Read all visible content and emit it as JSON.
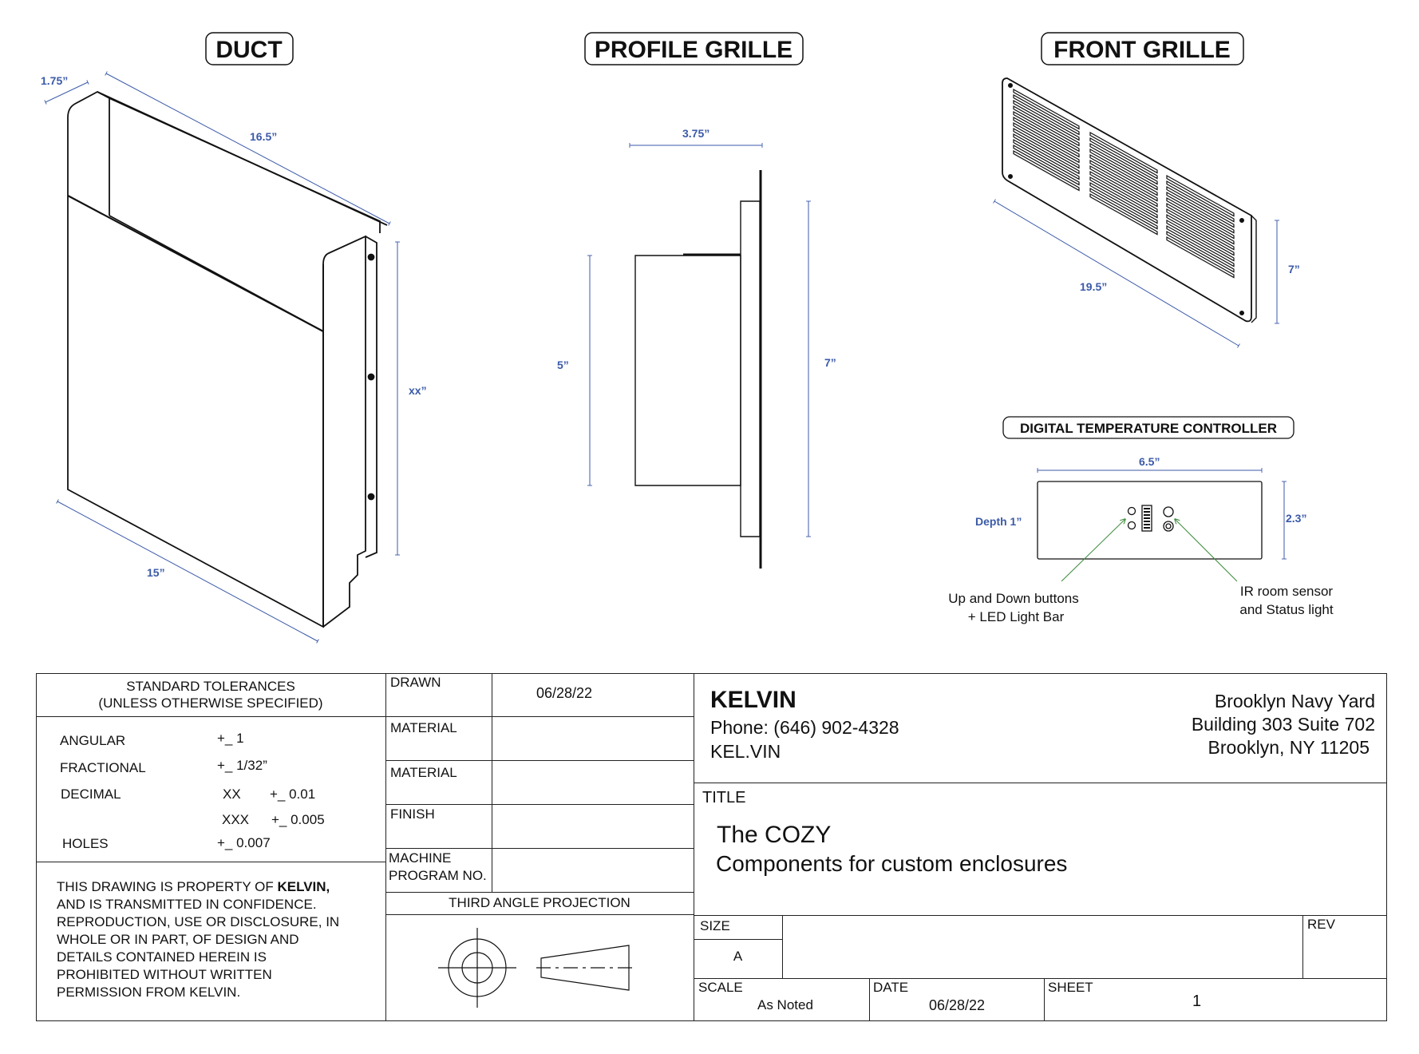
{
  "views": {
    "duct": {
      "title": "DUCT",
      "dims": {
        "flange": "1.75”",
        "length": "16.5”",
        "height": "xx”",
        "width": "15”"
      }
    },
    "profile_grille": {
      "title": "PROFILE GRILLE",
      "dims": {
        "depth": "3.75”",
        "box_height": "5”",
        "plate_height": "7”"
      }
    },
    "front_grille": {
      "title": "FRONT GRILLE",
      "dims": {
        "width": "19.5”",
        "height": "7”"
      }
    },
    "controller": {
      "title": "DIGITAL TEMPERATURE CONTROLLER",
      "dims": {
        "width": "6.5”",
        "height": "2.3”",
        "depth": "Depth 1”"
      },
      "callouts": {
        "buttons_line1": "Up and Down buttons",
        "buttons_line2": "+ LED Light Bar",
        "sensor_line1": "IR room sensor",
        "sensor_line2": "and Status light"
      }
    }
  },
  "title_block": {
    "tolerances": {
      "heading_line1": "STANDARD TOLERANCES",
      "heading_line2": "(UNLESS OTHERWISE SPECIFIED)",
      "angular_label": "ANGULAR",
      "angular_value": "+_ 1",
      "fractional_label": "FRACTIONAL",
      "fractional_value": "+_ 1/32”",
      "decimal_label": "DECIMAL",
      "xx_label": "XX",
      "xx_value": "+_ 0.01",
      "xxx_label": "XXX",
      "xxx_value": "+_ 0.005",
      "holes_label": "HOLES",
      "holes_value": "+_ 0.007"
    },
    "property_notice": {
      "line1_prefix": "THIS DRAWING IS PROPERTY OF ",
      "line1_company": "KELVIN,",
      "line2": "AND IS TRANSMITTED IN CONFIDENCE.",
      "line3": "REPRODUCTION, USE OR DISCLOSURE, IN",
      "line4": "WHOLE OR IN PART, OF DESIGN AND",
      "line5": "DETAILS CONTAINED HEREIN IS",
      "line6": "PROHIBITED WITHOUT WRITTEN",
      "line7": "PERMISSION FROM KELVIN."
    },
    "drawn_label": "DRAWN",
    "drawn_date": "06/28/22",
    "material_label_1": "MATERIAL",
    "material_label_2": "MATERIAL",
    "finish_label": "FINISH",
    "machine_label_line1": "MACHINE",
    "machine_label_line2": "PROGRAM NO.",
    "projection_label": "THIRD ANGLE PROJECTION",
    "company": {
      "name": "KELVIN",
      "phone": "Phone: (646) 902-4328",
      "web": "KEL.VIN",
      "address_line1": "Brooklyn Navy Yard",
      "address_line2": "Building 303 Suite 702",
      "address_line3": "Brooklyn, NY 11205"
    },
    "title_label": "TITLE",
    "title_line1": "The COZY",
    "title_line2": "Components for custom enclosures",
    "size_label": "SIZE",
    "size_value": "A",
    "rev_label": "REV",
    "scale_label": "SCALE",
    "scale_value": "As Noted",
    "date_label": "DATE",
    "date_value": "06/28/22",
    "sheet_label": "SHEET",
    "sheet_value": "1"
  },
  "colors": {
    "dimension": "#3b5aa8",
    "callout_leader": "#3a8a3a",
    "line": "#111111"
  }
}
